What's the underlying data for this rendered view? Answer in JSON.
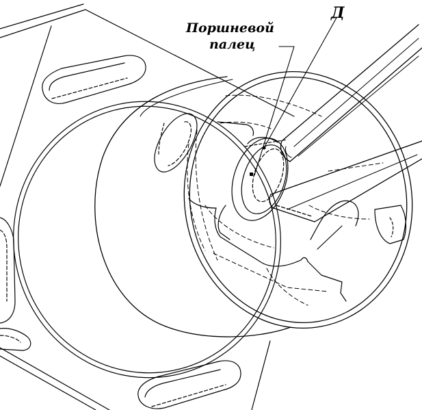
{
  "labels": {
    "piston_pin_line1": "Поршневой",
    "piston_pin_line2": "палец",
    "part_d": "Д"
  }
}
